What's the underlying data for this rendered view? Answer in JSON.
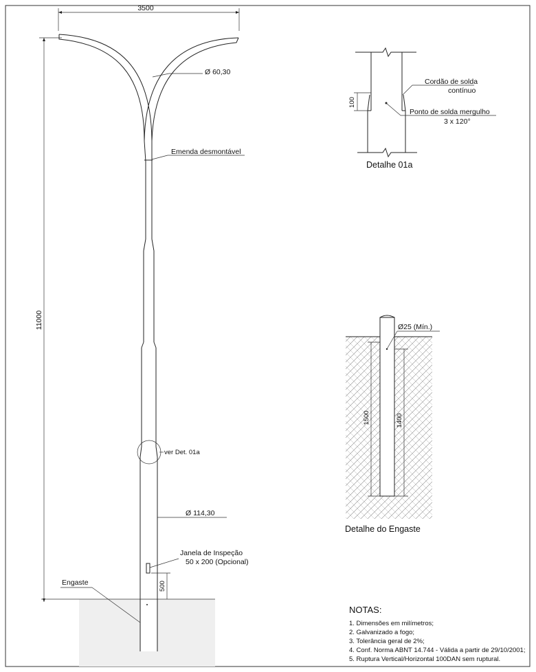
{
  "main": {
    "dim_width": "3500",
    "dim_height": "11000",
    "arm_diameter": "Ø 60,30",
    "splice_label": "Emenda desmontável",
    "detail_ref": "ver Det. 01a",
    "base_diameter": "Ø 114,30",
    "window_label": "Janela de Inspeção",
    "window_size": "50 x 200  (Opcional)",
    "window_height": "500",
    "embed_label": "Engaste"
  },
  "detail_01a": {
    "title": "Detalhe 01a",
    "dim": "100",
    "weld_bead_1": "Cordão de solda",
    "weld_bead_2": "contínuo",
    "plug_weld_1": "Ponto de solda mergulho",
    "plug_weld_2": "3 x 120°"
  },
  "detail_embed": {
    "title": "Detalhe do Engaste",
    "hole": "Ø25 (Mín.)",
    "dim_outer": "1500",
    "dim_inner": "1400"
  },
  "notes": {
    "title": "NOTAS:",
    "items": [
      "1. Dimensões em milímetros;",
      "2. Galvanizado a fogo;",
      "3. Tolerância geral de 2%;",
      "4. Conf. Norma ABNT 14.744 - Válida a partir de 29/10/2001;",
      "5. Ruptura Vertical/Horizontal 100DAN sem ruptural."
    ]
  }
}
